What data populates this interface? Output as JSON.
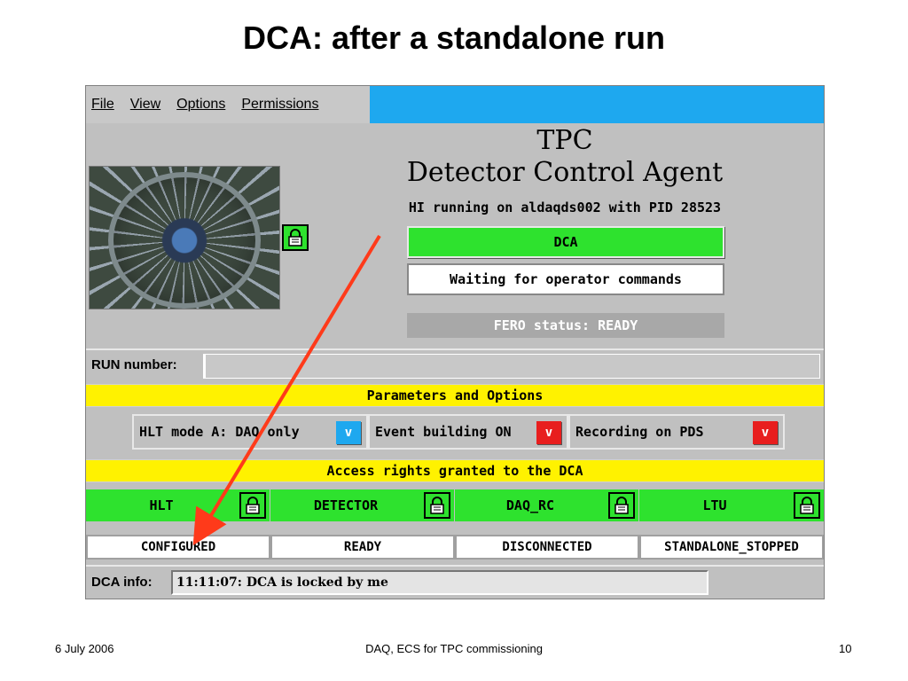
{
  "slide": {
    "title": "DCA: after a standalone run",
    "footer_left": "6 July 2006",
    "footer_center": "DAQ, ECS for TPC commissioning",
    "footer_right": "10"
  },
  "menu": {
    "items": [
      {
        "label": "File"
      },
      {
        "label": "View"
      },
      {
        "label": "Options"
      },
      {
        "label": "Permissions"
      }
    ]
  },
  "header": {
    "title_line1": "TPC",
    "title_line2": "Detector Control Agent",
    "running": "HI running on aldaqds002 with PID 28523"
  },
  "status": {
    "dca_label": "DCA",
    "message": "Waiting for operator commands",
    "fero": "FERO status: READY"
  },
  "run": {
    "label": "RUN number:",
    "value": ""
  },
  "parameters": {
    "title": "Parameters and Options",
    "items": [
      {
        "label": "HLT mode A: DAQ only",
        "button": "v",
        "color": "#1ea8ef"
      },
      {
        "label": "Event building ON",
        "button": "v",
        "color": "#e81e1e"
      },
      {
        "label": "Recording on PDS",
        "button": "v",
        "color": "#e81e1e"
      }
    ]
  },
  "access": {
    "title": "Access rights granted to the DCA",
    "items": [
      {
        "label": "HLT",
        "state": "CONFIGURED",
        "icon": "lock-icon"
      },
      {
        "label": "DETECTOR",
        "state": "READY",
        "icon": "lock-icon"
      },
      {
        "label": "DAQ_RC",
        "state": "DISCONNECTED",
        "icon": "lock-icon"
      },
      {
        "label": "LTU",
        "state": "STANDALONE_STOPPED",
        "icon": "lock-icon"
      }
    ]
  },
  "info": {
    "label": "DCA info:",
    "value": "11:11:07: DCA is locked by me"
  },
  "colors": {
    "green": "#2ee22e",
    "yellow": "#fff200",
    "blue": "#1ea8ef",
    "red": "#e81e1e",
    "arrow": "#ff3a1a"
  }
}
